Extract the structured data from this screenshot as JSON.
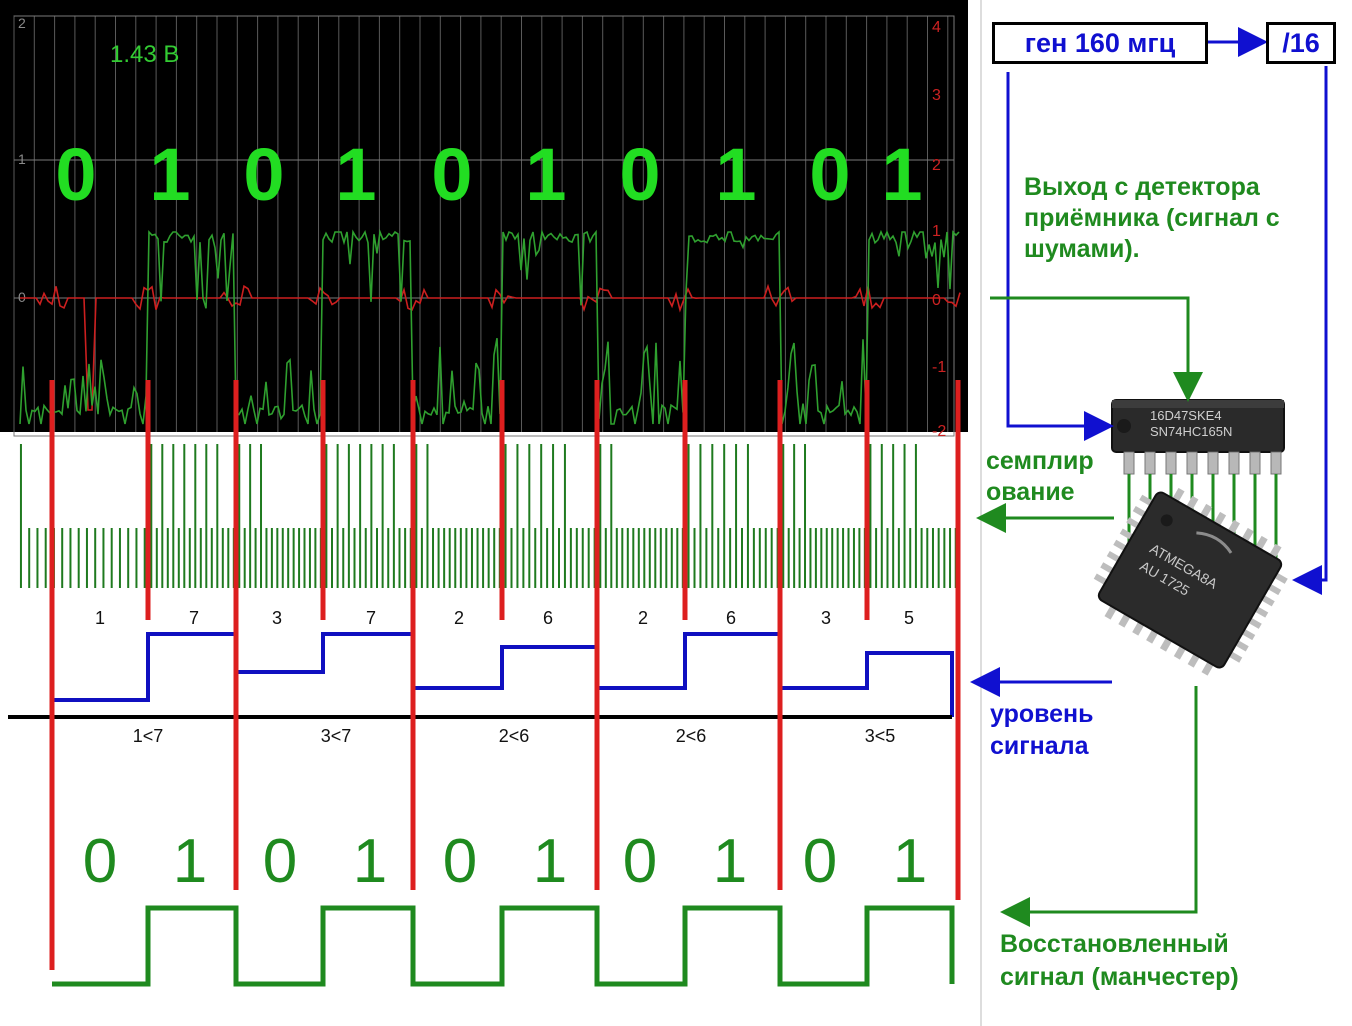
{
  "scope": {
    "voltage_readout": "1.43 В",
    "left_axis_ticks": [
      "2",
      "1",
      "0"
    ],
    "right_axis_ticks": [
      "4",
      "3",
      "2",
      "1",
      "0",
      "-1",
      "-2"
    ],
    "bits_top": [
      "0",
      "1",
      "0",
      "1",
      "0",
      "1",
      "0",
      "1",
      "0",
      "1"
    ]
  },
  "sample_counts": [
    "1",
    "7",
    "3",
    "7",
    "2",
    "6",
    "2",
    "6",
    "3",
    "5"
  ],
  "comparisons": [
    "1<7",
    "3<7",
    "2<6",
    "2<6",
    "3<5"
  ],
  "bits_bottom": [
    "0",
    "1",
    "0",
    "1",
    "0",
    "1",
    "0",
    "1",
    "0",
    "1"
  ],
  "labels": {
    "generator": "ген 160 мгц",
    "divider": "/16",
    "detector_output": "Выход с детектора приёмника  (сигнал с шумами).",
    "sampling": "семплир ование",
    "signal_level": "уровень сигнала",
    "restored_signal": "Восстановленный сигнал (манчестер)",
    "shift_register_marking_1": "16D47SKE4",
    "shift_register_marking_2": "SN74HC165N",
    "mcu_marking_1": "ATMEGA8A",
    "mcu_marking_2": "AU 1725"
  },
  "colors": {
    "scope_bg": "#000000",
    "trace_green": "#2fa02f",
    "trace_red": "#cc1f1f",
    "bits_green": "#22dd22",
    "marker_red": "#dd1f1f",
    "level_blue": "#1010c0",
    "manchester_green": "#1f8a1f",
    "label_blue": "#1010d0"
  }
}
